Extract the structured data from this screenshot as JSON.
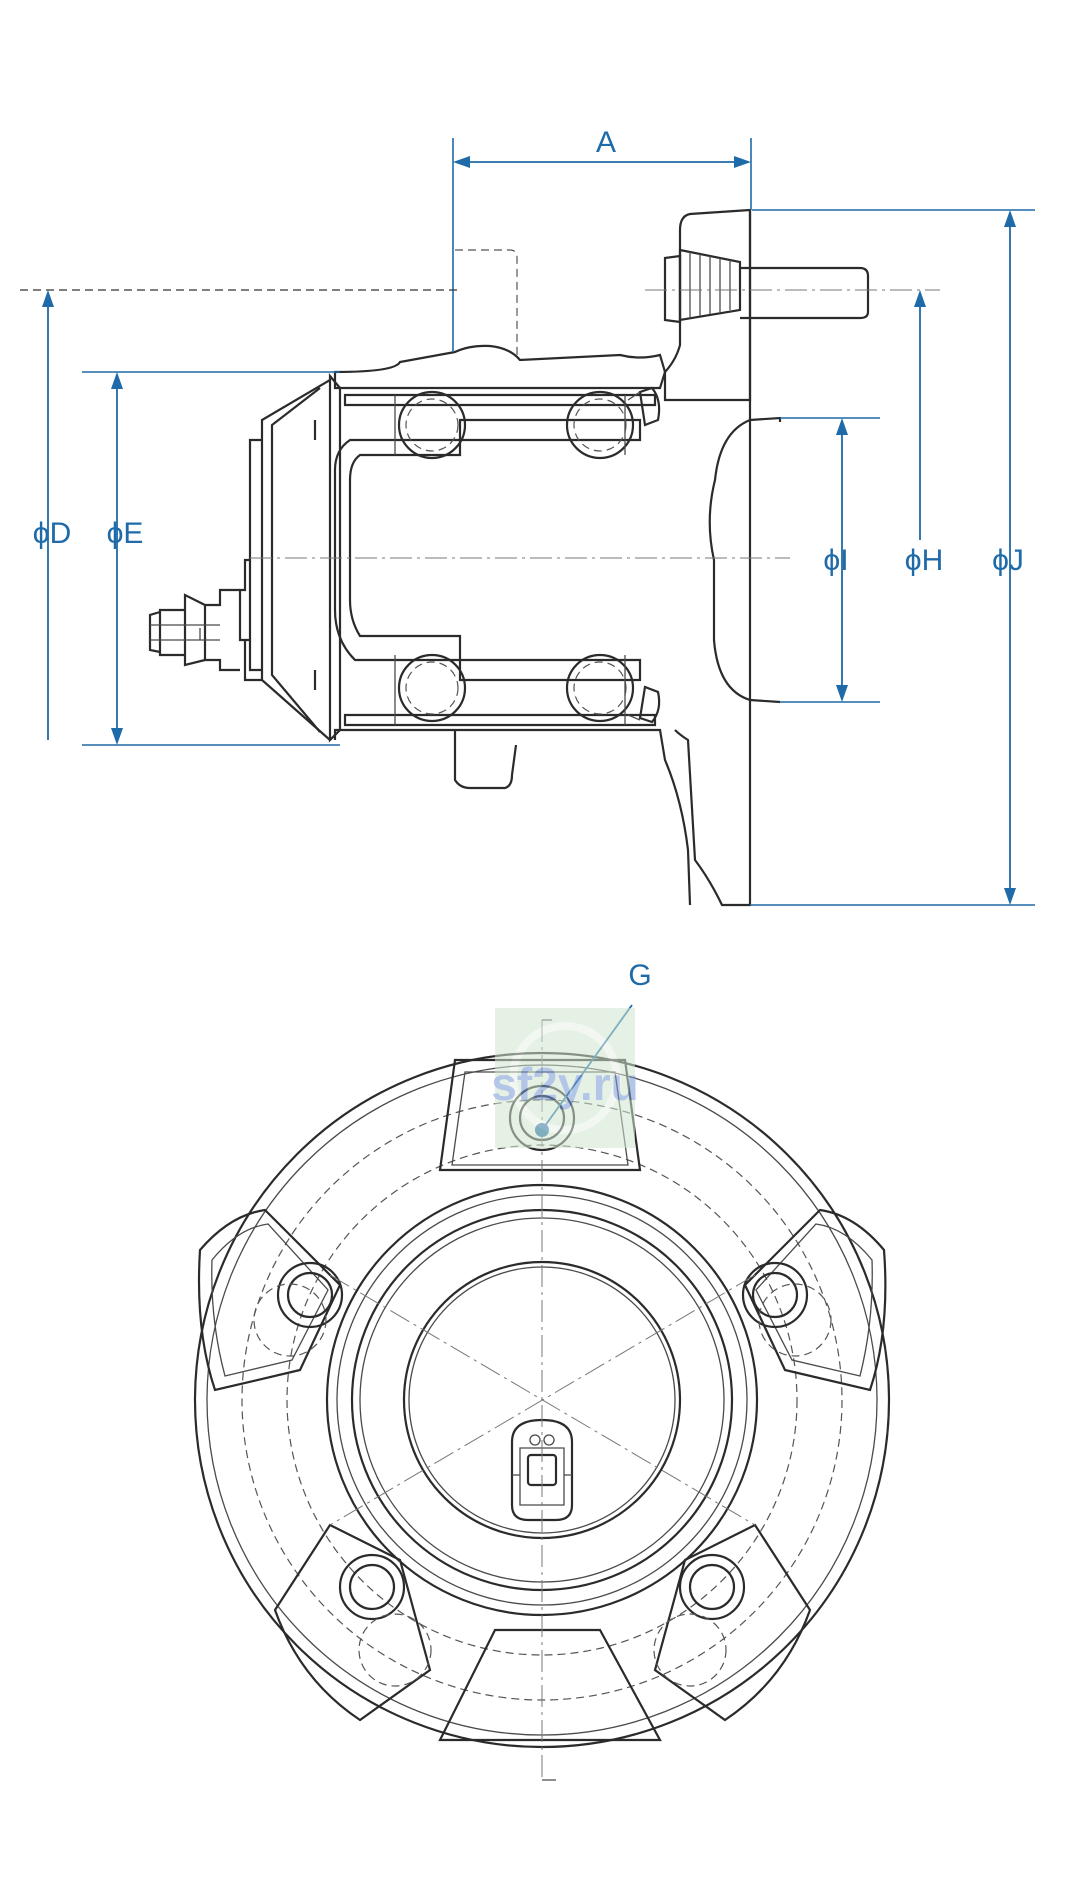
{
  "dimension_labels": {
    "A": "A",
    "D": "ϕD",
    "E": "ϕE",
    "I": "ϕI",
    "H": "ϕH",
    "J": "ϕJ",
    "G": "G"
  },
  "watermark": {
    "text": "sf2y.ru"
  },
  "colors": {
    "dimension": "#1f6aa8",
    "outline": "#2b2b2b",
    "watermark": "#5b7fd6"
  }
}
